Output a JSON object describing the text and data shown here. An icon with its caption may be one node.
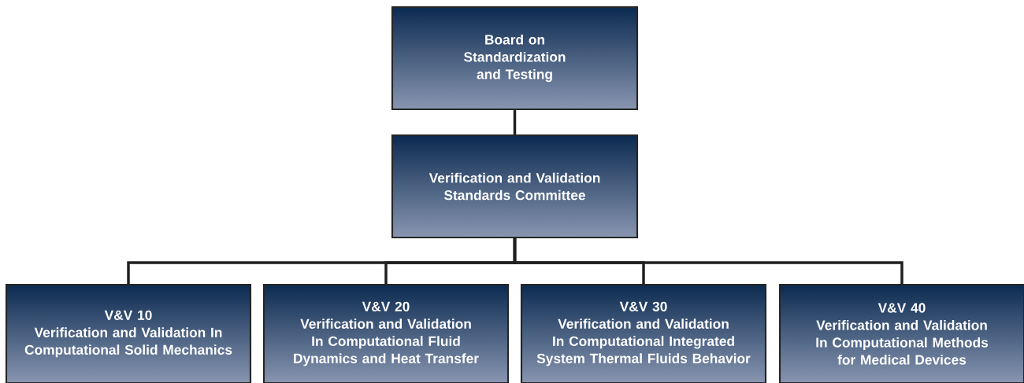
{
  "diagram": {
    "nodes": [
      {
        "text": [
          "Board on Standardization and Testing"
        ]
      },
      {
        "text": [
          "Verification and Validation Standards Committee"
        ]
      },
      {
        "text": [
          "V&V 10",
          "Verification and Validation In Computational Solid Mechanics"
        ]
      },
      {
        "text": [
          "V&V 20",
          "Verification and Validation In Computational Fluid Dynamics and Heat Transfer"
        ]
      },
      {
        "text": [
          "V&V 30",
          "Verification and Validation In Computational Integrated System Thermal Fluids Behavior"
        ]
      },
      {
        "text": [
          "V&V 40",
          "Verification and Validation In Computational Methods for Medical Devices"
        ]
      }
    ],
    "edges": [
      {
        "from": 0,
        "to": 1,
        "arrow": "none"
      },
      {
        "from": 1,
        "to": 2,
        "arrow": "none"
      },
      {
        "from": 1,
        "to": 3,
        "arrow": "none"
      },
      {
        "from": 1,
        "to": 4,
        "arrow": "none"
      },
      {
        "from": 1,
        "to": 5,
        "arrow": "none"
      }
    ]
  }
}
